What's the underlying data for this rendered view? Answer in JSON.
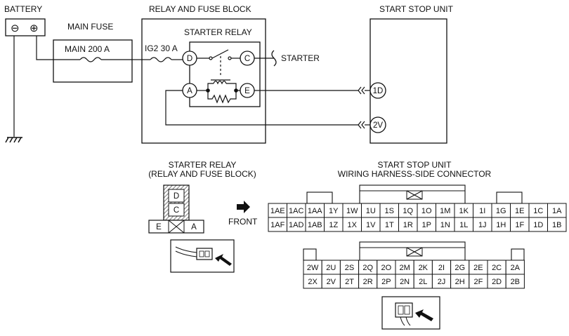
{
  "wiring": {
    "battery": {
      "label": "BATTERY",
      "minus": "⊖",
      "plus": "⊕"
    },
    "main_fuse": {
      "box_label": "MAIN FUSE",
      "fuse_label": "MAIN 200 A"
    },
    "relay_block": {
      "title": "RELAY AND FUSE BLOCK",
      "ig2_label": "IG2 30 A"
    },
    "starter_relay": {
      "title": "STARTER RELAY",
      "terminals": {
        "d": "D",
        "c": "C",
        "a": "A",
        "e": "E"
      }
    },
    "starter": {
      "label": "STARTER"
    },
    "start_stop_unit": {
      "title": "START STOP UNIT",
      "pins": {
        "p1d": "1D",
        "p2v": "2V"
      }
    }
  },
  "relay_connector": {
    "title_line1": "STARTER RELAY",
    "title_line2": "(RELAY AND FUSE BLOCK)",
    "terminals": {
      "d": "D",
      "c": "C",
      "e": "E",
      "a": "A"
    }
  },
  "front": {
    "label": "FRONT"
  },
  "harness": {
    "title_line1": "START STOP UNIT",
    "title_line2": "WIRING HARNESS-SIDE CONNECTOR",
    "connector1": {
      "row1": [
        "1AE",
        "1AC",
        "1AA",
        "1Y",
        "1W",
        "1U",
        "1S",
        "1Q",
        "1O",
        "1M",
        "1K",
        "1I",
        "1G",
        "1E",
        "1C",
        "1A"
      ],
      "row2": [
        "1AF",
        "1AD",
        "1AB",
        "1Z",
        "1X",
        "1V",
        "1T",
        "1R",
        "1P",
        "1N",
        "1L",
        "1J",
        "1H",
        "1F",
        "1D",
        "1B"
      ]
    },
    "connector2": {
      "row1": [
        "2W",
        "2U",
        "2S",
        "2Q",
        "2O",
        "2M",
        "2K",
        "2I",
        "2G",
        "2E",
        "2C",
        "2A"
      ],
      "row2": [
        "2X",
        "2V",
        "2T",
        "2R",
        "2P",
        "2N",
        "2L",
        "2J",
        "2H",
        "2F",
        "2D",
        "2B"
      ]
    }
  }
}
